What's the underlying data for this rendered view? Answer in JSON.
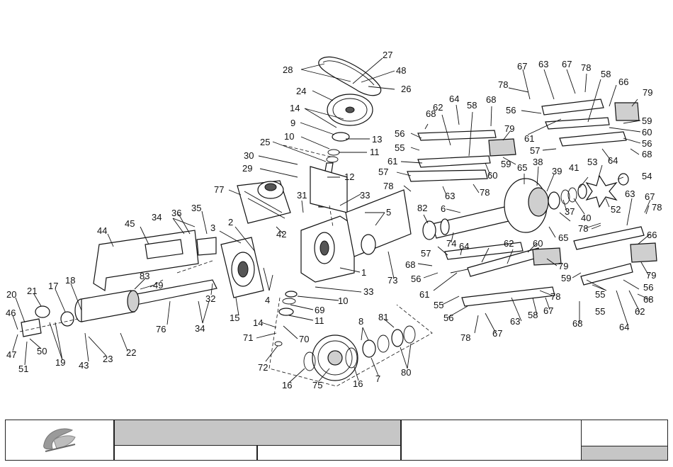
{
  "callouts": {
    "c1": "1",
    "c2": "2",
    "c3": "3",
    "c4": "4",
    "c5": "5",
    "c6": "6",
    "c7": "7",
    "c8": "8",
    "c9": "9",
    "c10": "10",
    "c10b": "10",
    "c11": "11",
    "c11b": "11",
    "c12": "12",
    "c13": "13",
    "c14": "14",
    "c14b": "14",
    "c15": "15",
    "c16": "16",
    "c16b": "16",
    "c17": "17",
    "c18": "18",
    "c19": "19",
    "c20": "20",
    "c21": "21",
    "c22": "22",
    "c23": "23",
    "c24": "24",
    "c25": "25",
    "c26": "26",
    "c27": "27",
    "c28": "28",
    "c29": "29",
    "c30": "30",
    "c31": "31",
    "c32": "32",
    "c33": "33",
    "c33b": "33",
    "c34": "34",
    "c34b": "34",
    "c35": "35",
    "c36": "36",
    "c37": "37",
    "c38": "38",
    "c39": "39",
    "c40": "40",
    "c41": "41",
    "c42": "42",
    "c43": "43",
    "c44": "44",
    "c45": "45",
    "c46": "46",
    "c47": "47",
    "c48": "48",
    "c49": "49",
    "c50": "50",
    "c51": "51",
    "c52": "52",
    "c53": "53",
    "c54": "54",
    "c55": "55",
    "c55b": "55",
    "c55c": "55",
    "c55d": "55",
    "c56": "56",
    "c56b": "56",
    "c56c": "56",
    "c56d": "56",
    "c56e": "56",
    "c56f": "56",
    "c57": "57",
    "c57b": "57",
    "c57c": "57",
    "c58": "58",
    "c58b": "58",
    "c58c": "58",
    "c59": "59",
    "c59b": "59",
    "c59c": "59",
    "c60": "60",
    "c60b": "60",
    "c60c": "60",
    "c61": "61",
    "c61b": "61",
    "c61c": "61",
    "c62": "62",
    "c62b": "62",
    "c62c": "62",
    "c63": "63",
    "c63b": "63",
    "c63c": "63",
    "c63d": "63",
    "c63e": "63",
    "c64": "64",
    "c64b": "64",
    "c64c": "64",
    "c64d": "64",
    "c65": "65",
    "c65b": "65",
    "c66": "66",
    "c66b": "66",
    "c67": "67",
    "c67b": "67",
    "c67c": "67",
    "c67d": "67",
    "c67e": "67",
    "c68": "68",
    "c68b": "68",
    "c68c": "68",
    "c68d": "68",
    "c68e": "68",
    "c68f": "68",
    "c69": "69",
    "c70": "70",
    "c71": "71",
    "c72": "72",
    "c73": "73",
    "c74": "74",
    "c75": "75",
    "c76": "76",
    "c77": "77",
    "c78": "78",
    "c78b": "78",
    "c78c": "78",
    "c78d": "78",
    "c78e": "78",
    "c78f": "78",
    "c78g": "78",
    "c79": "79",
    "c79b": "79",
    "c79c": "79",
    "c79d": "79",
    "c80": "80",
    "c81": "81",
    "c82": "82",
    "c83": "83"
  },
  "colors": {
    "line": "#111111",
    "band": "#c6c6c6",
    "part_shade": "#cfcfcf"
  },
  "logo": {
    "icon": "company-logo-icon"
  }
}
